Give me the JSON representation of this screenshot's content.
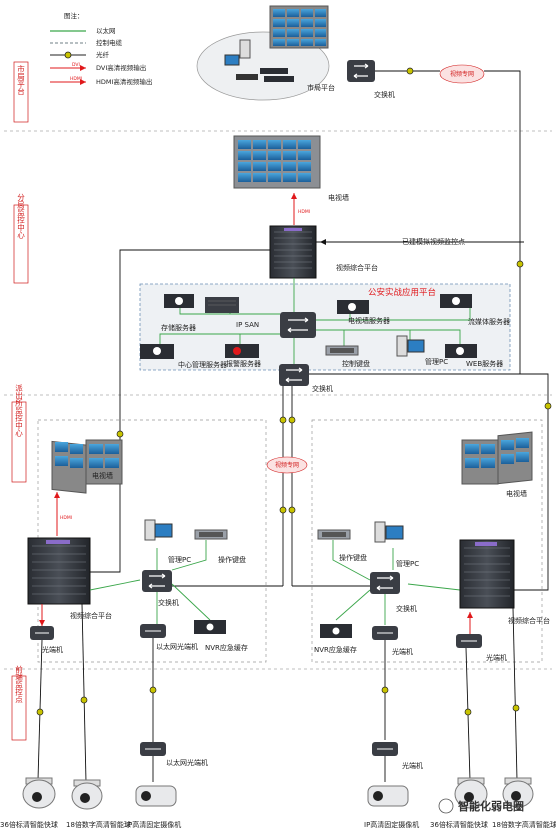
{
  "legend": {
    "title": "图注：",
    "ethernet": "以太网",
    "control_cable": "控制电缆",
    "fiber": "光纤",
    "dvi_tag": "DVI",
    "dvi": "DVI高清视频输出",
    "hdmi_tag": "HDMI",
    "hdmi": "HDMI高清视频输出"
  },
  "sections": {
    "city": "市局平台",
    "branch": "分局监控中心",
    "station": "派出所监控中心",
    "frontend": "前端监控点"
  },
  "city": {
    "platform": "市局平台",
    "switch": "交换机",
    "private_net": "视频专网"
  },
  "branch": {
    "tvwall": "电视墙",
    "hdmi_tag": "HDMI",
    "platform": "视频综合平台",
    "analog_points": "已建模拟视频监控点",
    "app_platform": "公安实战应用平台",
    "storage": "存储服务器",
    "ipsan": "IP SAN",
    "tvwall_server": "电视墙服务器",
    "stream_server": "流媒体服务器",
    "center_mgmt": "中心管理服务器",
    "alarm_server": "报警服务器",
    "keyboard": "控制键盘",
    "mgmt_pc": "管理PC",
    "web_server": "WEB服务器",
    "switch": "交换机"
  },
  "station": {
    "private_net": "视频专网",
    "left": {
      "tvwall": "电视墙",
      "hdmi_tag": "HDMI",
      "mgmt_pc": "管理PC",
      "keyboard": "操作键盘",
      "switch": "交换机",
      "platform": "视频综合平台",
      "fiber_terminal": "光端机",
      "eth_fiber": "以太网光端机",
      "nvr": "NVR应急缓存"
    },
    "right": {
      "tvwall": "电视墙",
      "keyboard": "操作键盘",
      "mgmt_pc": "管理PC",
      "switch": "交换机",
      "nvr": "NVR应急缓存",
      "fiber_terminal": "光端机",
      "platform": "视频综合平台",
      "fiber_terminal2": "光端机"
    }
  },
  "frontend": {
    "eth_fiber": "以太网光端机",
    "fiber_terminal": "光端机",
    "cam1": "36倍标清智能快球",
    "cam2": "18倍数字高清智能球",
    "cam3": "IP高清固定摄像机",
    "cam4": "IP高清固定摄像机",
    "cam5": "36倍标清智能快球",
    "cam6": "18倍数字高清智能球"
  },
  "watermark": "智能化弱电圈",
  "colors": {
    "ethernet": "#3aa64a",
    "control": "#6f7f86",
    "fiber": "#222222",
    "dvi": "#e0181b",
    "section": "#d11b1b"
  }
}
